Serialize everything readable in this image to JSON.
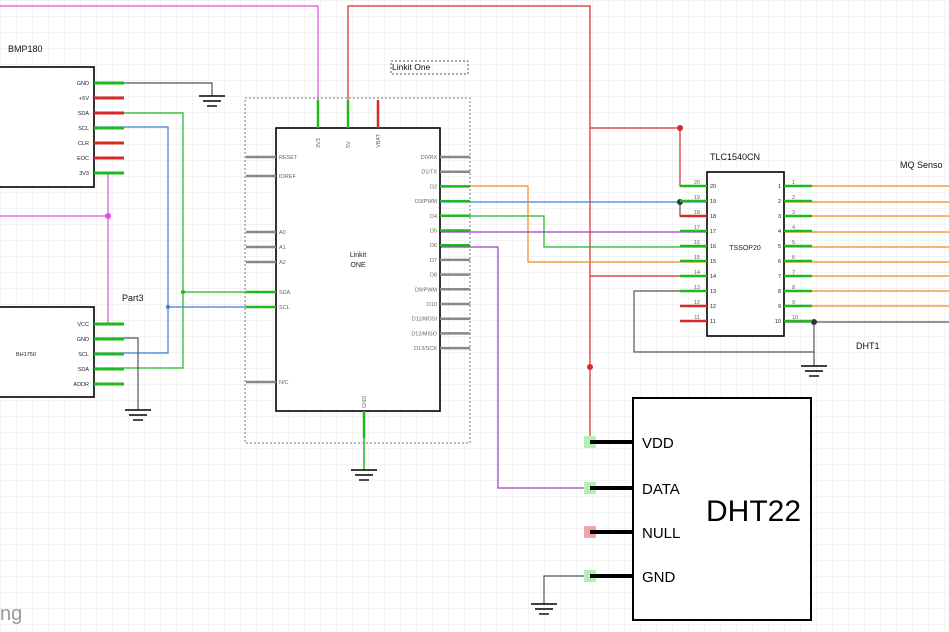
{
  "parts": {
    "bmp180": {
      "label": "BMP180",
      "pins": [
        "GND",
        "+5V",
        "SDA",
        "SCL",
        "CLR",
        "EOC",
        "3V3"
      ]
    },
    "bh1750": {
      "label": "BH1750",
      "pins": [
        "VCC",
        "GND",
        "SCL",
        "SDA",
        "ADDR"
      ]
    },
    "part3": {
      "label": "Part3"
    },
    "linkit": {
      "title": "Linkit One",
      "body_line1": "Linkit",
      "body_line2": "ONE",
      "left_pins": [
        "RESET",
        "IOREF",
        "A0",
        "A1",
        "A2",
        "SDA",
        "SCL",
        "N/C"
      ],
      "right_pins": [
        "D0/RX",
        "D1/TX",
        "D2",
        "D3/PWM",
        "D4",
        "D5",
        "D6",
        "D7",
        "D8",
        "D9/PWM",
        "D10",
        "D11/MOSI",
        "D12/MISO",
        "D13/SCK"
      ],
      "top_pins": [
        "3V3",
        "5V",
        "VBAT"
      ],
      "bottom_pin": "GND"
    },
    "tlc": {
      "label": "TLC1540CN",
      "body": "TSSOP20",
      "left_pin_numbers": [
        "20",
        "19",
        "18",
        "17",
        "16",
        "15",
        "14",
        "13",
        "12",
        "11"
      ],
      "right_pin_numbers": [
        "1",
        "2",
        "3",
        "4",
        "5",
        "6",
        "7",
        "8",
        "9",
        "10"
      ]
    },
    "mq": {
      "label": "MQ Senso"
    },
    "dht1": {
      "label": "DHT1"
    },
    "dht22": {
      "label": "DHT22",
      "pins": [
        "VDD",
        "DATA",
        "NULL",
        "GND"
      ]
    }
  },
  "watermark": "ng",
  "colors": {
    "pink": "#e04fe0",
    "red": "#d42a2a",
    "green": "#1fb81f",
    "blue": "#3a7fd9",
    "orange": "#ef8a22",
    "purple": "#a03cc0",
    "gray": "#555555",
    "black": "#000000",
    "grid": "#e4e4e4"
  }
}
